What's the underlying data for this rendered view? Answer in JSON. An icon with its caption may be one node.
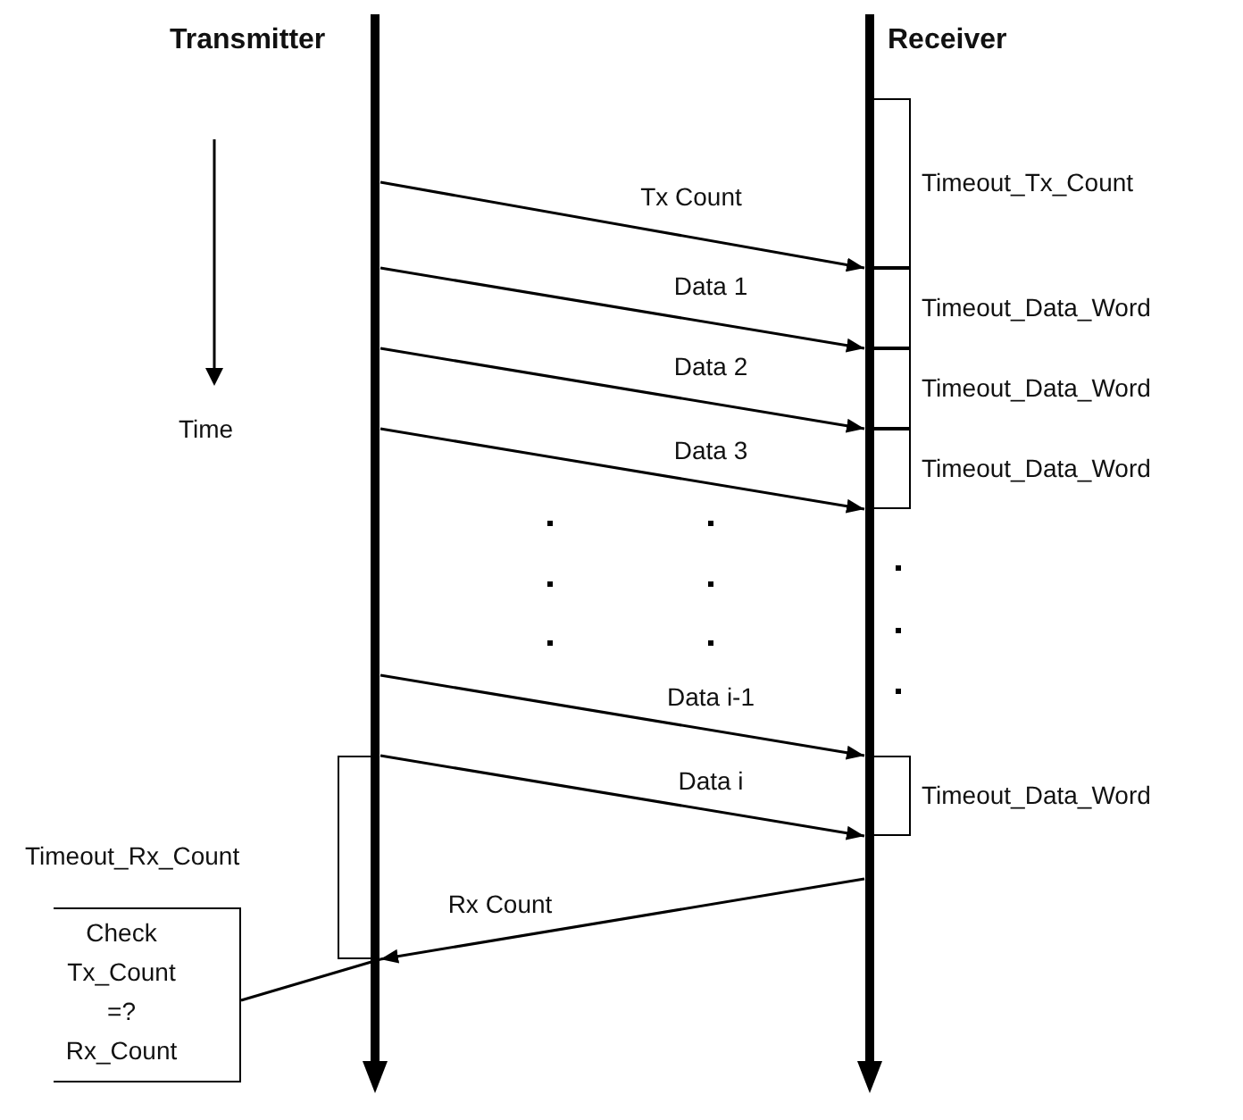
{
  "diagram": {
    "nodes": [
      {
        "text": [
          "Transmitter"
        ]
      },
      {
        "text": [
          "Receiver"
        ]
      },
      {
        "text": [
          "Timeout_Tx_Count"
        ]
      },
      {
        "text": [
          "Timeout_Data_Word"
        ]
      },
      {
        "text": [
          "Timeout_Data_Word"
        ]
      },
      {
        "text": [
          "Timeout_Data_Word"
        ]
      },
      {
        "text": [
          "Timeout_Data_Word"
        ]
      },
      {
        "text": [
          "Timeout_Rx_Count"
        ]
      },
      {
        "text": [
          "Check Tx_Count =? Rx_Count"
        ]
      }
    ],
    "edges": [
      {
        "from": 0,
        "to": 1,
        "arrow": "to",
        "label": "Tx Count"
      },
      {
        "from": 0,
        "to": 1,
        "arrow": "to",
        "label": "Data 1"
      },
      {
        "from": 0,
        "to": 1,
        "arrow": "to",
        "label": "Data 2"
      },
      {
        "from": 0,
        "to": 1,
        "arrow": "to",
        "label": "Data 3"
      },
      {
        "from": 0,
        "to": 1,
        "arrow": "to",
        "label": "Data i-1"
      },
      {
        "from": 0,
        "to": 1,
        "arrow": "to",
        "label": "Data i"
      },
      {
        "from": 1,
        "to": 0,
        "arrow": "to",
        "label": "Rx Count"
      },
      {
        "from": 8,
        "to": 0,
        "arrow": "none"
      }
    ],
    "labels": [
      "Time"
    ]
  }
}
